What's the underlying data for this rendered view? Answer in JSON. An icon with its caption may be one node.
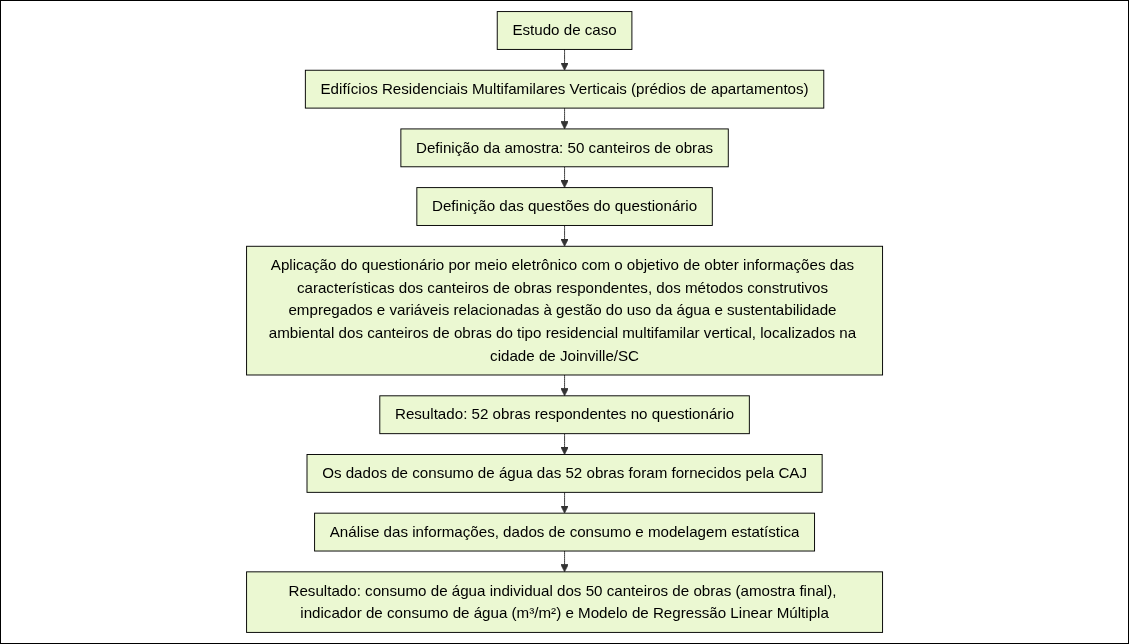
{
  "diagram": {
    "nodes": [
      {
        "text": [
          "Estudo de caso"
        ]
      },
      {
        "text": [
          "Edifícios Residenciais Multifamilares Verticais (prédios de apartamentos)"
        ]
      },
      {
        "text": [
          "Definição da amostra: 50 canteiros de obras"
        ]
      },
      {
        "text": [
          "Definição das questões do questionário"
        ]
      },
      {
        "text": [
          "Aplicação do questionário por meio eletrônico com o objetivo de obter informações das características dos canteiros de obras respondentes, dos métodos construtivos empregados e variáveis relacionadas à gestão do uso da água e sustentabilidade ambiental dos canteiros de obras do tipo residencial multifamilar vertical, localizados na cidade de Joinville/SC"
        ]
      },
      {
        "text": [
          "Resultado: 52 obras respondentes no questionário"
        ]
      },
      {
        "text": [
          "Os dados de consumo de água das 52 obras foram fornecidos pela CAJ"
        ]
      },
      {
        "text": [
          "Análise das informações, dados de consumo e modelagem estatística"
        ]
      },
      {
        "text": [
          "Resultado: consumo de água individual dos 50 canteiros de obras (amostra final), indicador de consumo de água (m³/m²) e Modelo de Regressão Linear Múltipla"
        ]
      }
    ],
    "edges": [
      {
        "from": 0,
        "to": 1,
        "arrow": "to"
      },
      {
        "from": 1,
        "to": 2,
        "arrow": "to"
      },
      {
        "from": 2,
        "to": 3,
        "arrow": "to"
      },
      {
        "from": 3,
        "to": 4,
        "arrow": "to"
      },
      {
        "from": 4,
        "to": 5,
        "arrow": "to"
      },
      {
        "from": 5,
        "to": 6,
        "arrow": "to"
      },
      {
        "from": 6,
        "to": 7,
        "arrow": "to"
      },
      {
        "from": 7,
        "to": 8,
        "arrow": "to"
      }
    ]
  }
}
